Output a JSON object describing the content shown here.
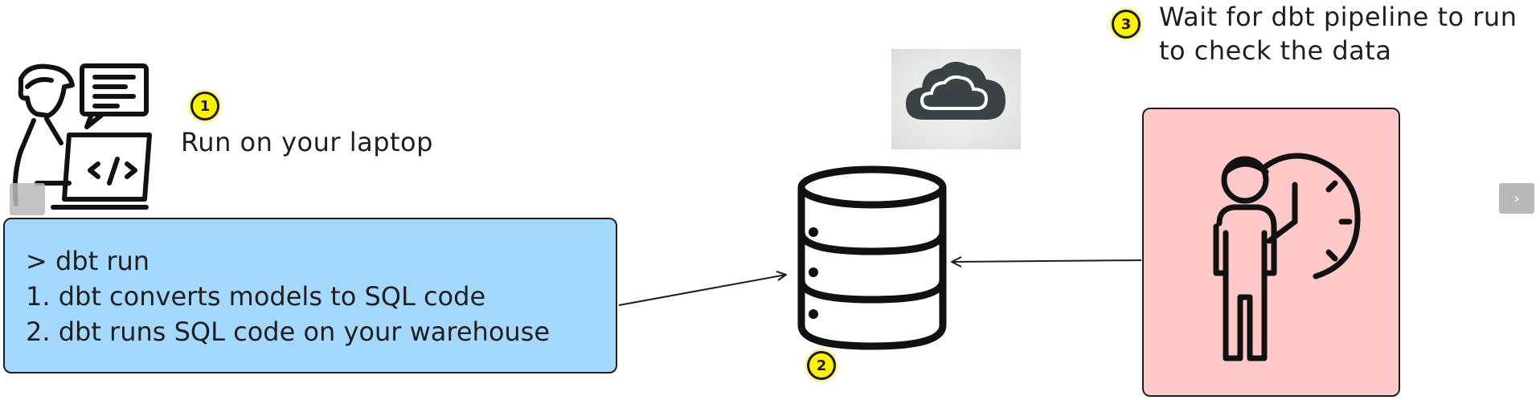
{
  "steps": {
    "one": {
      "number": "1",
      "label": "Run on your laptop"
    },
    "two": {
      "number": "2"
    },
    "three": {
      "number": "3",
      "label_line1": "Wait for dbt pipeline to run",
      "label_line2": "to check the data"
    }
  },
  "command_box": {
    "lines": [
      "> dbt run",
      "1. dbt converts models to SQL code",
      "2. dbt runs SQL code on your warehouse"
    ],
    "fill_color": "#a5d8ff"
  },
  "waiting_box": {
    "fill_color": "#ffc9c9"
  },
  "badge_color": "#fff200",
  "icons": {
    "developer": "developer-laptop-icon",
    "cloud": "cloud-icon",
    "database": "database-icon",
    "waiting_person": "person-clock-icon",
    "next": "chevron-right-icon",
    "prev": "slide-prev-handle"
  },
  "nav": {
    "next_glyph": "›"
  }
}
